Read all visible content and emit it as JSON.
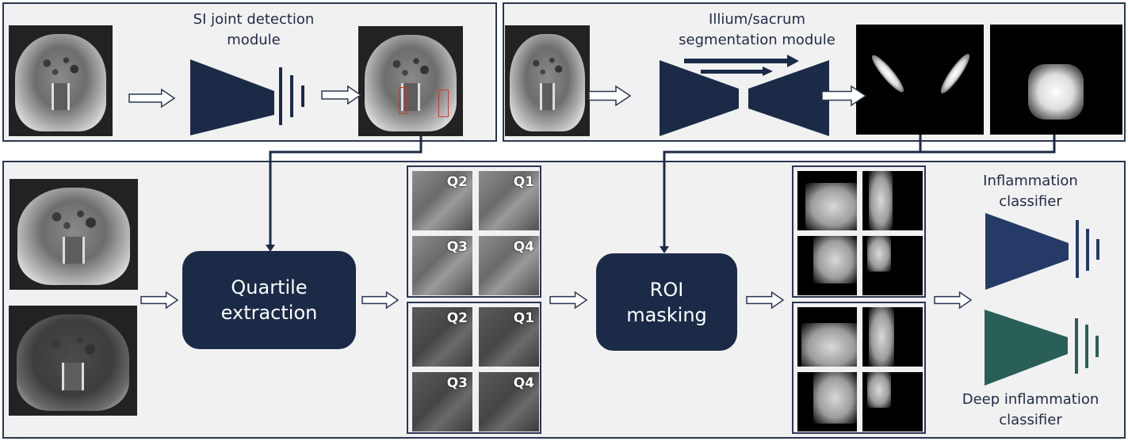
{
  "diagram": {
    "title": "SI joint inflammation analysis pipeline",
    "colors": {
      "panel_bg": "#f1f1f2",
      "panel_border": "#2b3650",
      "navy": "#1b2a47",
      "classifier_navy": "#253a66",
      "classifier_green": "#2a5f58",
      "roi_box": "#d0362a"
    },
    "detection_panel": {
      "module_label": "SI joint detection module",
      "module_label_lines": [
        "SI joint detection",
        "module"
      ],
      "input_image": "T1 axial pelvis MRI slice",
      "output_image": "MRI slice with red bounding boxes around SI joints",
      "network_icon": "encoder-network-icon"
    },
    "segmentation_panel": {
      "module_label": "Illium/sacrum segmentation module",
      "module_label_lines": [
        "Illium/sacrum",
        "segmentation module"
      ],
      "input_image": "T1 axial pelvis MRI slice",
      "network_icon": "encoder-decoder-network-icon",
      "outputs": [
        "Ilium segmentation mask",
        "Sacrum segmentation mask"
      ]
    },
    "main_panel": {
      "inputs": [
        "T1 MRI slice",
        "STIR MRI slice"
      ],
      "quartile_block": {
        "lines": [
          "Quartile",
          "extraction"
        ]
      },
      "quartile_groups": [
        {
          "name": "T1 quartiles",
          "labels": [
            "Q2",
            "Q1",
            "Q3",
            "Q4"
          ]
        },
        {
          "name": "STIR quartiles",
          "labels": [
            "Q2",
            "Q1",
            "Q3",
            "Q4"
          ]
        }
      ],
      "roi_block": {
        "lines": [
          "ROI",
          "masking"
        ]
      },
      "masked_groups": [
        "Masked T1 quartiles",
        "Masked STIR quartiles"
      ],
      "classifiers": [
        {
          "lines": [
            "Inflammation",
            "classifier"
          ],
          "color": "#253a66"
        },
        {
          "lines": [
            "Deep inflammation",
            "classifier"
          ],
          "color": "#2a5f58"
        }
      ]
    }
  }
}
